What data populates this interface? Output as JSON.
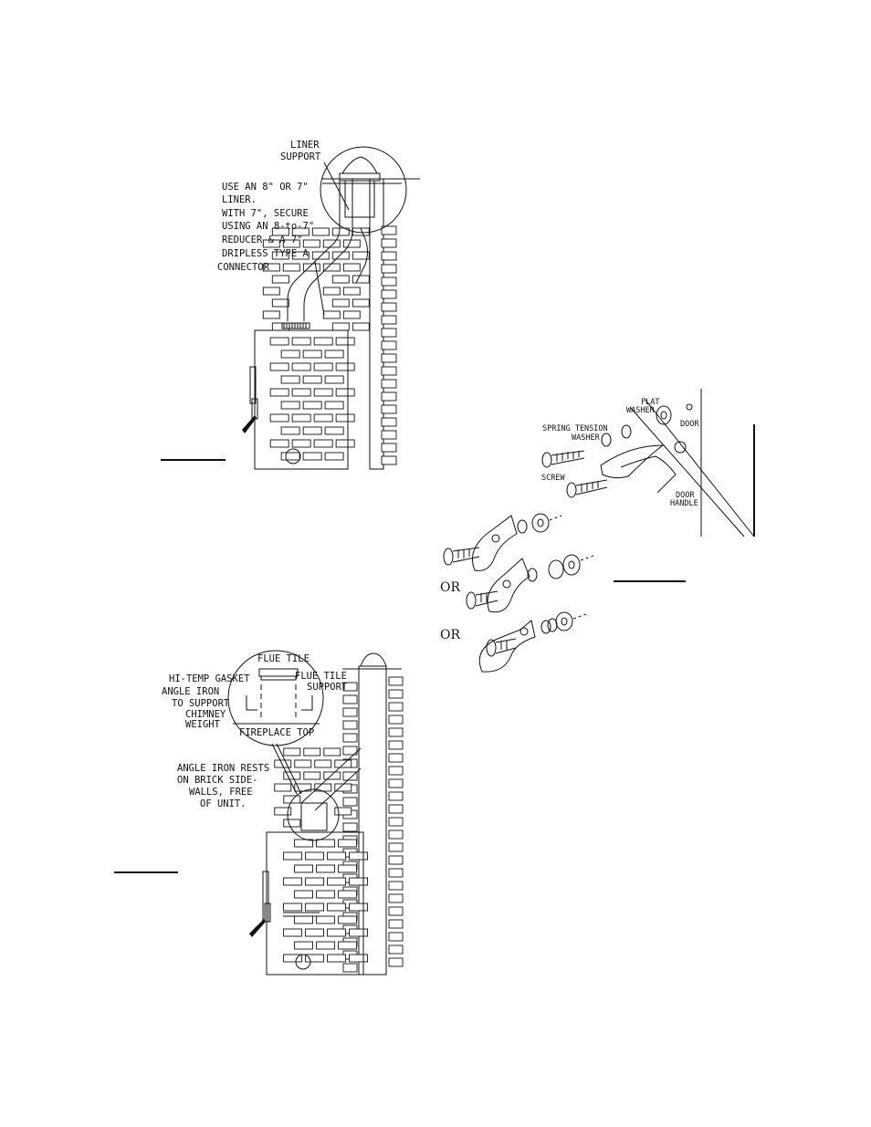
{
  "fig1": {
    "label_liner_support": [
      "LINER",
      "SUPPORT"
    ],
    "label_liner_note": [
      "USE AN 8\" OR 7\"",
      "LINER.",
      "WITH 7\", SECURE",
      "USING AN 8-to-7\"",
      "REDUCER & A 7\"",
      "DRIPLESS TYPE A",
      "CONNECTOR"
    ]
  },
  "fig2": {
    "label_flat_washer": [
      "FLAT",
      "WASHER"
    ],
    "label_door": "DOOR",
    "label_spring_washer": [
      "SPRING TENSION",
      "WASHER"
    ],
    "label_screw": "SCREW",
    "label_door_handle": [
      "DOOR",
      "HANDLE"
    ],
    "or_labels": [
      "OR",
      "OR"
    ]
  },
  "fig3": {
    "label_flue_tile": "FLUE TILE",
    "label_hi_temp_gasket": "HI-TEMP GASKET",
    "label_flue_tile_support": [
      "FLUE TILE",
      "SUPPORT"
    ],
    "label_angle_iron": [
      "ANGLE IRON",
      "TO SUPPORT",
      "CHIMNEY",
      "WEIGHT"
    ],
    "label_fireplace_top": "FIREPLACE TOP",
    "label_angle_iron_rests": [
      "ANGLE IRON RESTS",
      "ON BRICK SIDE-",
      "WALLS, FREE",
      "OF UNIT."
    ]
  }
}
